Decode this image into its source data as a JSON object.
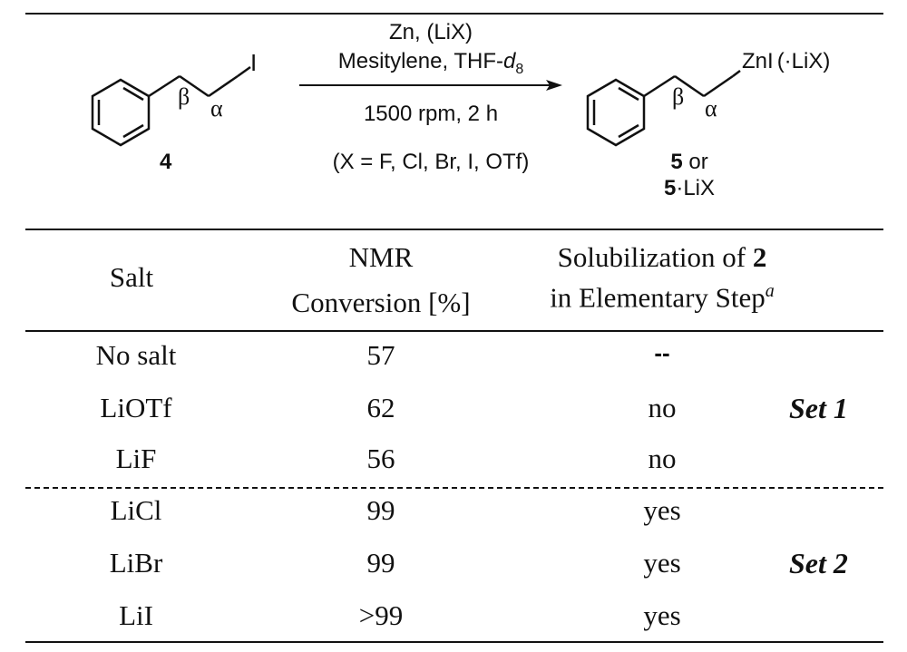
{
  "scheme": {
    "reactant": {
      "number": "4",
      "halogen": "I",
      "beta": "β",
      "alpha": "α"
    },
    "conditions": {
      "reagent": "Zn, (LiX)",
      "solvent_a": "Mesitylene, THF-",
      "solvent_d": "d",
      "solvent_sub": "8",
      "rpm_time": "1500 rpm, 2 h",
      "x_def": "(X = F, Cl, Br, I, OTf)"
    },
    "product": {
      "group": "ZnI",
      "adduct": "(·LiX)",
      "beta": "β",
      "alpha": "α",
      "num5": "5",
      "or": " or",
      "num5b": "5",
      "lix": "·LiX"
    }
  },
  "table": {
    "headers": {
      "salt": "Salt",
      "nmr1": "NMR",
      "nmr2": "Conversion [%]",
      "sol1_a": "Solubilization of ",
      "sol1_b": "2",
      "sol2_a": "in Elementary Step",
      "sol2_b": "a"
    },
    "rows": [
      {
        "salt": "No salt",
        "conv": "57",
        "sol": "--"
      },
      {
        "salt": "LiOTf",
        "conv": "62",
        "sol": "no"
      },
      {
        "salt": "LiF",
        "conv": "56",
        "sol": "no"
      },
      {
        "salt": "LiCl",
        "conv": "99",
        "sol": "yes"
      },
      {
        "salt": "LiBr",
        "conv": "99",
        "sol": "yes"
      },
      {
        "salt": "LiI",
        "conv": ">99",
        "sol": "yes"
      }
    ],
    "sets": [
      "Set 1",
      "Set 2"
    ]
  }
}
